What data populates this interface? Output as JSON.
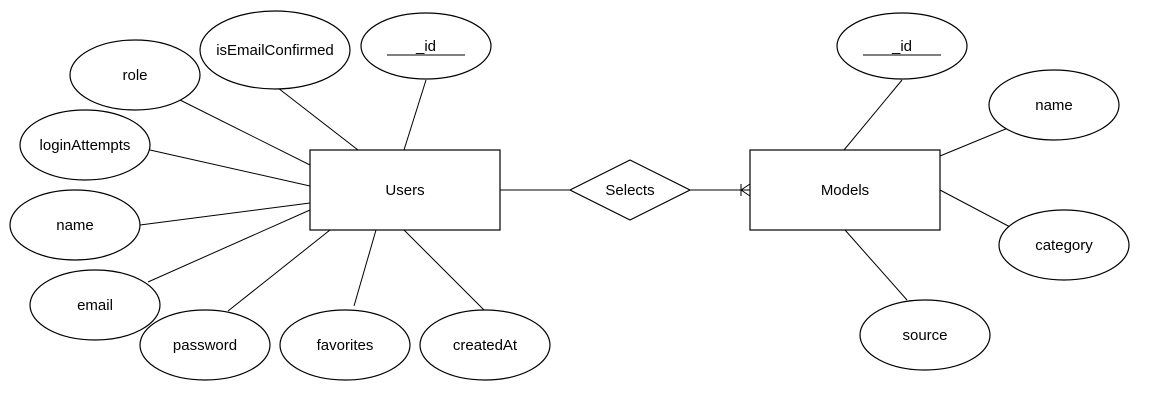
{
  "entities": {
    "users": "Users",
    "models": "Models"
  },
  "relationship": {
    "label": "Selects"
  },
  "users_attributes": {
    "id": "_id",
    "is_email_confirmed": "isEmailConfirmed",
    "role": "role",
    "login_attempts": "loginAttempts",
    "name": "name",
    "email": "email",
    "password": "password",
    "favorites": "favorites",
    "created_at": "createdAt"
  },
  "models_attributes": {
    "id": "_id",
    "name": "name",
    "category": "category",
    "source": "source"
  }
}
